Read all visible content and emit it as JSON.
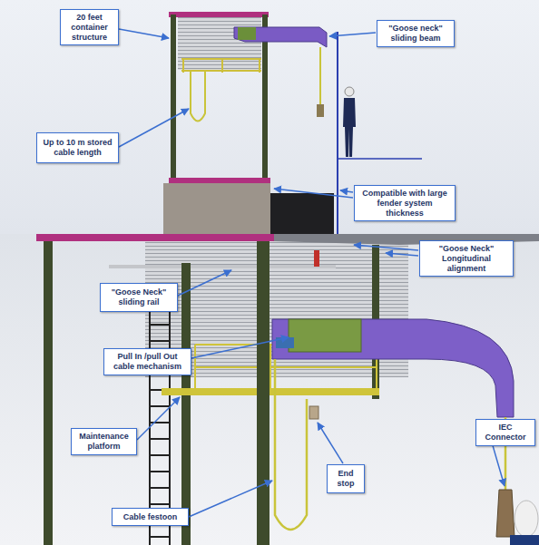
{
  "diagram": {
    "nodes": [
      {
        "text": [
          "20 feet container structure"
        ]
      },
      {
        "text": [
          "\"Goose neck\" sliding beam"
        ]
      },
      {
        "text": [
          "Up to 10 m stored cable length"
        ]
      },
      {
        "text": [
          "Compatible with large fender system thickness"
        ]
      },
      {
        "text": [
          "\"Goose Neck\" Longitudinal alignment"
        ]
      },
      {
        "text": [
          "\"Goose Neck\" sliding rail"
        ]
      },
      {
        "text": [
          "Pull In /pull Out cable mechanism"
        ]
      },
      {
        "text": [
          "Maintenance platform"
        ]
      },
      {
        "text": [
          "End stop"
        ]
      },
      {
        "text": [
          "IEC Connector"
        ]
      },
      {
        "text": [
          "Cable festoon"
        ]
      }
    ]
  }
}
